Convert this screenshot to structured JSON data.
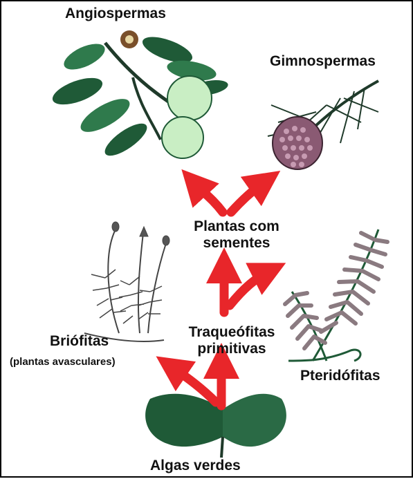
{
  "labels": {
    "angiosperms": "Angiospermas",
    "gymnosperms": "Gimnospermas",
    "seed_plants_line1": "Plantas com",
    "seed_plants_line2": "sementes",
    "bryophytes": "Briófitas",
    "bryophytes_note": "(plantas avasculares)",
    "tracheophytes_line1": "Traqueófitas",
    "tracheophytes_line2": "primitivas",
    "pteridophytes": "Pteridófitas",
    "green_algae": "Algas verdes"
  },
  "colors": {
    "arrow": "#e8262a",
    "leaf_dark": "#1f5a37",
    "leaf_mid": "#2f7a4c",
    "fruit": "#c9eec4",
    "cone": "#8a5a73",
    "fern": "#8a7a80",
    "moss": "#444444"
  }
}
